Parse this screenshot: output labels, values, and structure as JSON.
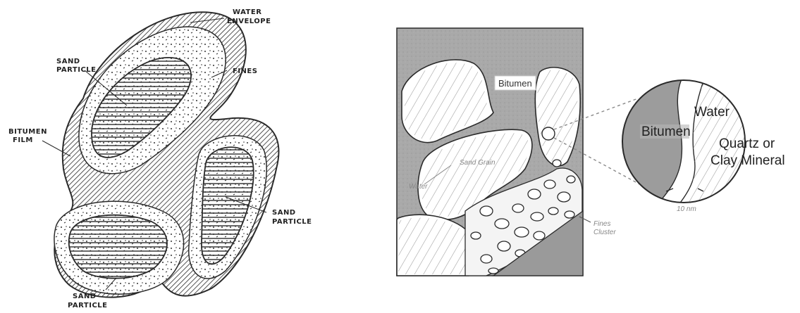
{
  "left_diagram": {
    "labels": {
      "water_envelope_1": "WATER",
      "water_envelope_2": "ENVELOPE",
      "sand_particle_top_1": "SAND",
      "sand_particle_top_2": "PARTICLE",
      "fines": "FINES",
      "bitumen_film_1": "BITUMEN",
      "bitumen_film_2": "FILM",
      "sand_particle_right_1": "SAND",
      "sand_particle_right_2": "PARTICLE",
      "sand_particle_bottom_1": "SAND",
      "sand_particle_bottom_2": "PARTICLE"
    }
  },
  "right_diagram": {
    "labels": {
      "bitumen_top": "Bitumen",
      "sand_grain": "Sand Grain",
      "water_left": "Water",
      "fines_cluster_1": "Fines",
      "fines_cluster_2": "Cluster",
      "inset_water": "Water",
      "inset_bitumen": "Bitumen",
      "inset_mineral_1": "Quartz or",
      "inset_mineral_2": "Clay Mineral",
      "inset_scale": "10 nm"
    }
  },
  "colors": {
    "ink": "#2a2a2a",
    "bitumen_fill": "#a9a9a9",
    "inset_bitumen_fill": "#9c9c9c",
    "background": "#ffffff"
  }
}
